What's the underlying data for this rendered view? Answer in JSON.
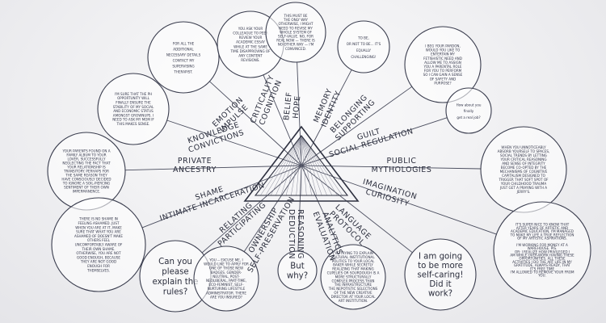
{
  "bubbles": [
    {
      "key": "b1",
      "lines": [
        "FOR ALL THE",
        "ADDITIONAL",
        "NECESSARY DETAILS",
        "CONTACT MY",
        "SUPERVISING",
        "THERAPIST."
      ]
    },
    {
      "key": "b2",
      "lines": [
        "YOU ASK YOUR",
        "COLLEAGUE TO PEER",
        "REVIEW YOUR",
        "ACADEMIC ESSAY",
        "WHILE AT THE SAME",
        "TIME DISAPPROVING OF",
        "ANY CONTENT",
        "REVISIONS."
      ]
    },
    {
      "key": "b3",
      "lines": [
        "THIS MUST BE",
        "THE ONLY WAY",
        "OTHERWISE, I MIGHT",
        "NEED TO REVISE MY",
        "WHOLE SYSTEM OF",
        "SELF-VALUE. NO, FOR",
        "REAL NOW — THERE IS",
        "NO OTHER WAY — I'M",
        "CONVINCED."
      ]
    },
    {
      "key": "b4",
      "lines": [
        "TO BE,",
        "OR NOT TO BE... IT'S",
        "EQUALLY",
        "CHALLENGING!"
      ]
    },
    {
      "key": "b5",
      "lines": [
        "I BEG YOUR PARDON,",
        "WOULD YOU LIKE TO",
        "ENTERTAIN MY",
        "FETISHISTIC NEED AND",
        "ALLOW ME TO ASSIGN",
        "YOU A PARENTAL ROLE",
        "FOR YOU TO PERFORM",
        "SO I CAN GAIN A SENSE",
        "OF SAFETY AND",
        "PURPOSE?"
      ]
    },
    {
      "key": "b6",
      "lines": [
        "I'M SURE THAT THE PH",
        "OPPORTUNITY WILL",
        "FINALLY ENSURE THE",
        "STABILITY OF MY SOCIAL",
        "AND ECONOMIC STATUS",
        "AMONGST GROWNUPS. I",
        "NEED TO ASK MY MOM IF",
        "THIS MAKES SENSE."
      ]
    },
    {
      "key": "b7",
      "lines": [
        "How about you",
        "finally",
        "get a real job?"
      ]
    },
    {
      "key": "b8",
      "lines": [
        "YOUR PARENTS FOUND ON A",
        "FAMILY ALBUM TO YOUR",
        "LOVER, SUCCESSFULLY",
        "NEGLECTING THE FACT THAT",
        "YOUR RELATIONSHIP IS",
        "TRANSITORY. PERHAPS FOR",
        "THE SAME REASON THEY",
        "HAVE CONSCIOUSLY DECIDED",
        "TO IGNORE A SOIL-PIERCING",
        "SENTIMENT OF THEIR OWN",
        "IMPERMANENCE."
      ]
    },
    {
      "key": "b9",
      "lines": [
        "WHEN YOU UNNOTICEABLY",
        "ABSORB YOURSELF TO SPACES,",
        "SOCIAL TRENDS BY LETTING",
        "YOUR CRITICAL REASONING",
        "AND SENSE OF INTEGRITY",
        "BECOME CO-OPTED BY THE",
        "MECHANISMS OF COGNITIVE",
        "CAPITALISM DESIGNED TO",
        "TRIGGER THAT SOFT SPOT OF",
        "YOUR CHILDHOOD TRAUMA",
        "JUST GET A PRAYING WITH A",
        "JERRY'S."
      ]
    },
    {
      "key": "b10",
      "lines": [
        "THERE IS NO SHAME IN",
        "FEELING ASHAMED. JUST",
        "WHEN YOU ARE AT IT, MAKE",
        "SURE THAT WHAT YOU ARE",
        "ASHAMED OF DOESN'T MAKE",
        "OTHERS FEEL",
        "UNCOMFORTABLY AWARE OF",
        "THEIR OWN SHAME.",
        "OTHERWISE, YOU ARE NOT",
        "GOOD ENOUGH, BECAUSE",
        "THEY ARE NOT GOOD",
        "ENOUGH FOR",
        "THEMSELVES."
      ]
    },
    {
      "key": "b11",
      "lines": [
        "IT'S SUPER NICE TO KNOW THAT",
        "AFTER YEARS OF ARTISTIC AND",
        "ACADEMIC EDUCATION, I'M MANAGED",
        "TO MAKE MY LIFE A TRUE REFLECTION",
        "OF MY ARTISTIC ASPIRATIONS.",
        "",
        "I'M WORKING FOR MONEY AT A",
        "WAREHOUSE. PIS.",
        "OR: I REALIZE HOW PRIVILEGED I",
        "AM WHILE OVER-WORK HAVING THESE",
        "OPPORTUNITIES. ALL THESE",
        "ACTIVITIES I DO THE ART LIFE IN MY",
        "GRATITUDE, ALWAYS READY, THAT",
        "IT'S FREE TIME",
        "I'M ALLOWED TO REMOVE YOUR FROM",
        "YOU."
      ]
    },
    {
      "key": "b12",
      "lines": [
        "Can you",
        "please",
        "explain the",
        "rules?"
      ]
    },
    {
      "key": "b13",
      "lines": [
        "YOU -- EXCUSE ME, I",
        "WOULD LIKE TO APPLY FOR",
        "ONE OF THOSE NEW",
        "BADGES. GENDER-",
        "NEUTRAL, POST-",
        "NEOLIBERAL, PART-TIME,",
        "ECO-FEMINIST, SELF-",
        "NURTURING LIFESTYLE",
        "ADMINISTRATOR. THERE",
        "ARE YOU INSURED?"
      ]
    },
    {
      "key": "b14",
      "lines": [
        "But",
        "why?"
      ]
    },
    {
      "key": "b15",
      "lines": [
        "I'VE TRYING TO EXPLAIN",
        "CULTURAL INSTITUTIONAL",
        "POLITICS TO YOUR LOCAL",
        "BAKER WHILE SECRETLY",
        "REALIZING THAT MAKING",
        "CUPELIES OR SOURDOUGH IS A",
        "MORE STRUCTURALLY",
        "COMPLEX PROCESS THAN",
        "THE INFRASTRUCTURE",
        "THE NEPOTISTIC SELECTIONS",
        "OF THE NEW CREATIVE",
        "DIRECTOR AT YOUR LOCAL",
        "ART INSTITUTION."
      ]
    },
    {
      "key": "b16",
      "lines": [
        "I am going",
        "to be more",
        "self-caring!",
        "Did it",
        "work?"
      ]
    }
  ],
  "labels": [
    {
      "key": "l1",
      "lines": [
        "CRITICALITY",
        "COGNITION"
      ]
    },
    {
      "key": "l2",
      "lines": [
        "BELIEF",
        "HOPE"
      ]
    },
    {
      "key": "l3",
      "lines": [
        "MEMORY",
        "IDENTITY"
      ]
    },
    {
      "key": "l4",
      "lines": [
        "EMOTION",
        "IMPULSE"
      ]
    },
    {
      "key": "l5",
      "lines": [
        "BELONGING",
        "SUPPORTING"
      ]
    },
    {
      "key": "l6",
      "lines": [
        "KNOWLEDGE",
        "CONVICTIONS"
      ]
    },
    {
      "key": "l7",
      "lines": [
        "GUILT",
        "SOCIAL REGULATION"
      ]
    },
    {
      "key": "l8",
      "lines": [
        "PRIVATE",
        "ANCESTRY"
      ]
    },
    {
      "key": "l9",
      "lines": [
        "PUBLIC",
        "MYTHOLOGIES"
      ]
    },
    {
      "key": "l10",
      "lines": [
        "SHAME",
        "INTIMATE INCARCERATION"
      ]
    },
    {
      "key": "l11",
      "lines": [
        "IMAGINATION",
        "CURIOSITY"
      ]
    },
    {
      "key": "l12",
      "lines": [
        "RELATING",
        "PARTICIPATING"
      ]
    },
    {
      "key": "l13",
      "lines": [
        "LANGUAGE",
        "PROTOCOL"
      ]
    },
    {
      "key": "l14",
      "lines": [
        "OWNERSHIP",
        "SELF-PRESERVATION"
      ]
    },
    {
      "key": "l15",
      "lines": [
        "ANALYTICS",
        "EVALUATION"
      ]
    },
    {
      "key": "l16",
      "lines": [
        "REASONING",
        "DEDUCTION"
      ]
    }
  ]
}
